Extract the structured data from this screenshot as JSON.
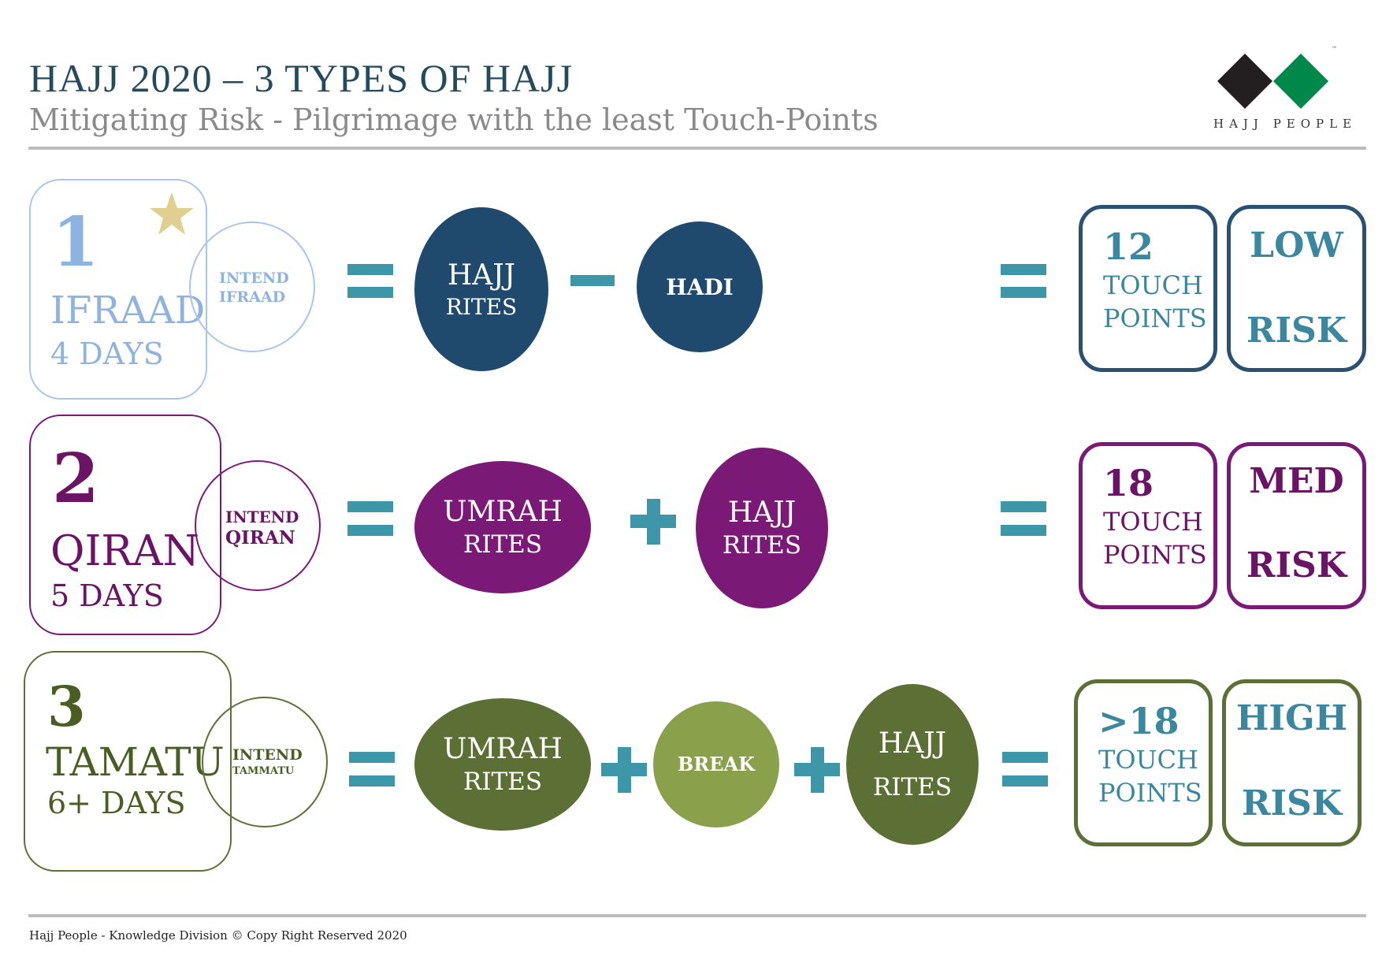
{
  "header": {
    "title": "HAJJ 2020 – 3 TYPES OF HAJJ",
    "subtitle": "Mitigating Risk - Pilgrimage with the least Touch-Points"
  },
  "logo": {
    "text": "HAJJ PEOPLE",
    "tm": "™",
    "colors": {
      "dark": "#231f20",
      "green": "#00884a"
    }
  },
  "rows": [
    {
      "number": "1",
      "name": "IFRAAD",
      "days": "4 DAYS",
      "intend": [
        "INTEND",
        "IFRAAD"
      ],
      "color": "#8fb3e0",
      "star": true,
      "formula": [
        {
          "kind": "oval",
          "lines": [
            "HAJJ",
            "RITES"
          ],
          "color": "#1f4a6e"
        },
        {
          "kind": "operator",
          "op": "−"
        },
        {
          "kind": "oval",
          "lines": [
            "HADI"
          ],
          "color": "#1f4a6e"
        }
      ],
      "touch_count": "12",
      "touch_label": [
        "TOUCH",
        "POINTS"
      ],
      "risk": [
        "LOW",
        "RISK"
      ],
      "result_border": "#2b5172",
      "result_text_color": "#3b87a0"
    },
    {
      "number": "2",
      "name": "QIRAN",
      "days": "5 DAYS",
      "intend": [
        "INTEND",
        "QIRAN"
      ],
      "color": "#6b1466",
      "star": false,
      "formula": [
        {
          "kind": "oval",
          "lines": [
            "UMRAH",
            "RITES"
          ],
          "color": "#7b1a76"
        },
        {
          "kind": "operator",
          "op": "+"
        },
        {
          "kind": "oval",
          "lines": [
            "HAJJ",
            "RITES"
          ],
          "color": "#7b1a76"
        }
      ],
      "touch_count": "18",
      "touch_label": [
        "TOUCH",
        "POINTS"
      ],
      "risk": [
        "MED",
        "RISK"
      ],
      "result_border": "#7b1a76",
      "result_text_color": "#6b1466"
    },
    {
      "number": "3",
      "name": "TAMATU",
      "days": "6+ DAYS",
      "intend": [
        "INTEND",
        "TAMMATU"
      ],
      "color": "#4a5e24",
      "star": false,
      "formula": [
        {
          "kind": "oval",
          "lines": [
            "UMRAH",
            "RITES"
          ],
          "color": "#5c6f35"
        },
        {
          "kind": "operator",
          "op": "+"
        },
        {
          "kind": "oval",
          "lines": [
            "BREAK"
          ],
          "color": "#8aa04b"
        },
        {
          "kind": "operator",
          "op": "+"
        },
        {
          "kind": "oval",
          "lines": [
            "HAJJ",
            "RITES"
          ],
          "color": "#5c6f35"
        }
      ],
      "touch_count": ">18",
      "touch_label": [
        "TOUCH",
        "POINTS"
      ],
      "risk": [
        "HIGH",
        "RISK"
      ],
      "result_border": "#5c6f35",
      "result_text_color": "#3b87a0"
    }
  ],
  "accent_color": "#3d97a8",
  "star_color": "#e0cf8f",
  "footer": {
    "text": "Hajj People  - Knowledge Division   © Copy Right Reserved 2020"
  }
}
